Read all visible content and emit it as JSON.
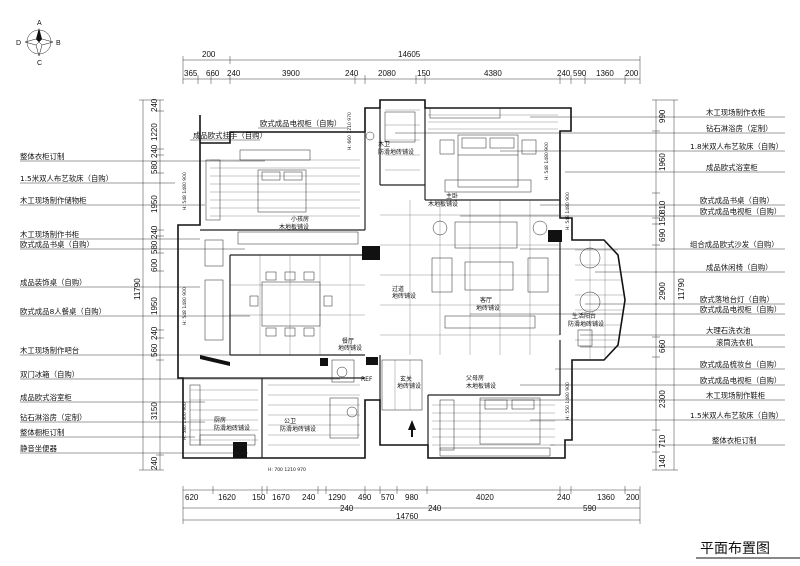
{
  "title": "平面布置图",
  "compass": {
    "north": "A",
    "west": "D",
    "east": "B",
    "south": "C"
  },
  "dims_top_row1": [
    "200",
    "14605"
  ],
  "dims_top_row2": [
    "365",
    "660",
    "240",
    "3900",
    "240",
    "2080",
    "150",
    "4380",
    "240",
    "590",
    "1360",
    "200"
  ],
  "dims_bottom_row1": [
    "620",
    "1620",
    "150",
    "1670",
    "240",
    "1290",
    "490",
    "570",
    "980",
    "4020",
    "240",
    "1360",
    "200"
  ],
  "dims_bottom_row2": [
    "240",
    "240",
    "590"
  ],
  "dims_bottom_total": "14760",
  "dims_left_inner": [
    "240",
    "1220",
    "240",
    "580",
    "1950",
    "240",
    "580",
    "600",
    "1950",
    "240",
    "560",
    "3150",
    "240"
  ],
  "dims_left_total": "11790",
  "dims_right_inner": [
    "990",
    "1960",
    "810",
    "150",
    "690",
    "2900",
    "660",
    "2300",
    "710",
    "140"
  ],
  "dims_right_total": "11790",
  "labels_left": [
    "整体衣柜订制",
    "1.5米双人布艺软床（自购）",
    "木工现场制作储物柜",
    "木工现场制作书柜",
    "欧式成品书桌（自购）",
    "成品装饰桌（自购）",
    "欧式成品8人餐桌（自购）",
    "木工现场制作吧台",
    "双门冰箱（自购）",
    "成品欧式浴室柜",
    "钻石淋浴房（定制）",
    "整体橱柜订制",
    "静音坐便器"
  ],
  "labels_right": [
    "木工现场制作衣柜",
    "钻石淋浴房（定制）",
    "1.8米双人布艺软床（自购）",
    "成品欧式浴室柜",
    "欧式成品书桌（自购）",
    "欧式成品电视柜（自购）",
    "组合成品欧式沙发（自购）",
    "成品休闲椅（自购）",
    "欧式落地台灯（自购）",
    "欧式成品电视柜（自购）",
    "大理石洗衣池",
    "滚筒洗衣机",
    "欧式成品梳妆台（自购）",
    "欧式成品电视柜（自购）",
    "木工现场制作鞋柜",
    "1.5米双人布艺软床（自购）",
    "整体衣柜订制"
  ],
  "labels_top": [
    "欧式成品电视柜（自购）",
    "成品欧式挂手（自购）"
  ],
  "rooms": {
    "guest_bedroom": [
      "木卫",
      "防滑地砖铺设"
    ],
    "master_bedroom": [
      "主卧",
      "木地板铺设"
    ],
    "study": [
      "小孩房",
      "木地板铺设"
    ],
    "corridor": [
      "过道",
      "地砖铺设"
    ],
    "living": [
      "客厅",
      "地砖铺设"
    ],
    "balcony": [
      "生活阳台",
      "防滑地砖铺设"
    ],
    "dining": [
      "餐厅",
      "地砖铺设"
    ],
    "entrance": [
      "玄关",
      "地砖铺设"
    ],
    "second_bedroom": [
      "父母房",
      "木地板铺设"
    ],
    "kitchen": [
      "厨房",
      "防滑地砖铺设"
    ],
    "bathroom": [
      "公卫",
      "防滑地砖铺设"
    ],
    "ref": "REF"
  },
  "heights": [
    "H: 660 1210 970",
    "H: 548 1480 900",
    "H: 548 1480 900",
    "H: 548 1480 900",
    "H: 548 1480 900",
    "H: 580 1300 900",
    "H: 550 1480 900",
    "H: 700 1210 970"
  ]
}
